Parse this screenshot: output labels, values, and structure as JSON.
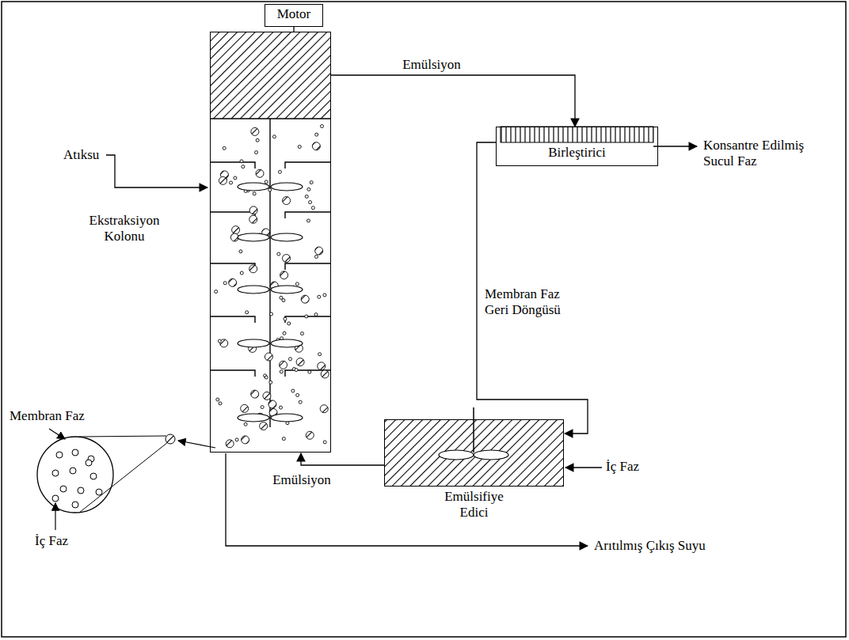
{
  "diagram": {
    "nodes": [
      {
        "text": [
          "Motor"
        ]
      },
      {
        "text": [
          "Ekstraksiyon Kolonu"
        ]
      },
      {
        "text": [
          "Birleştirici"
        ]
      },
      {
        "text": [
          "Emülsifiye Edici"
        ]
      }
    ],
    "edges": [
      {
        "from": 0,
        "to": 1,
        "arrow": "none"
      },
      {
        "from": 1,
        "to": 2,
        "label": "Emülsiyon",
        "arrow": "to"
      },
      {
        "from": 2,
        "to": 3,
        "label": "Membran Faz Geri Döngüsü",
        "arrow": "to"
      },
      {
        "from": 3,
        "to": 1,
        "label": "Emülsiyon",
        "arrow": "to"
      }
    ],
    "labels": [
      "Atıksu",
      "Konsantre Edilmiş Sucul Faz",
      "İç Faz",
      "Arıtılmış Çıkış Suyu",
      "Membran Faz",
      "İç Faz"
    ]
  }
}
